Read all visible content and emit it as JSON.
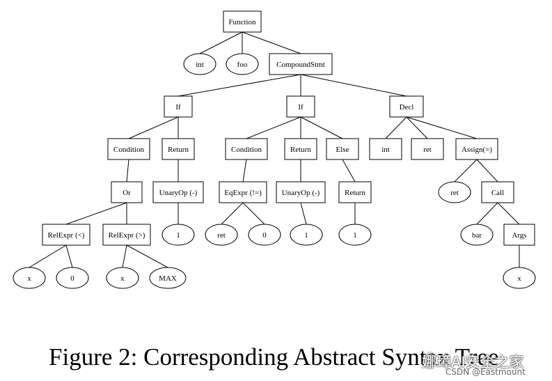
{
  "caption": "Figure 2: Corresponding Abstract Syntax Tree",
  "watermark": {
    "line1": "娜璋AI安全之家",
    "line2": "CSDN @Eastmount",
    "icon": "wechat-icon"
  },
  "nodes": [
    {
      "id": "function",
      "label": "Function",
      "shape": "box"
    },
    {
      "id": "int1",
      "label": "int",
      "shape": "ellipse"
    },
    {
      "id": "foo",
      "label": "foo",
      "shape": "ellipse"
    },
    {
      "id": "compound",
      "label": "CompoundStmt",
      "shape": "box"
    },
    {
      "id": "if1",
      "label": "If",
      "shape": "box"
    },
    {
      "id": "if2",
      "label": "If",
      "shape": "box"
    },
    {
      "id": "decl",
      "label": "Decl",
      "shape": "box"
    },
    {
      "id": "cond1",
      "label": "Condition",
      "shape": "box"
    },
    {
      "id": "ret1",
      "label": "Return",
      "shape": "box"
    },
    {
      "id": "cond2",
      "label": "Condition",
      "shape": "box"
    },
    {
      "id": "ret2",
      "label": "Return",
      "shape": "box"
    },
    {
      "id": "else",
      "label": "Else",
      "shape": "box"
    },
    {
      "id": "int2",
      "label": "int",
      "shape": "box"
    },
    {
      "id": "retbox",
      "label": "ret",
      "shape": "box"
    },
    {
      "id": "assign",
      "label": "Assign(=)",
      "shape": "box"
    },
    {
      "id": "or",
      "label": "Or",
      "shape": "box"
    },
    {
      "id": "unary1",
      "label": "UnaryOp (-)",
      "shape": "box"
    },
    {
      "id": "eqexpr",
      "label": "EqExpr (!=)",
      "shape": "box"
    },
    {
      "id": "unary2",
      "label": "UnaryOp (-)",
      "shape": "box"
    },
    {
      "id": "ret3",
      "label": "Return",
      "shape": "box"
    },
    {
      "id": "retell",
      "label": "ret",
      "shape": "ellipse"
    },
    {
      "id": "call",
      "label": "Call",
      "shape": "box"
    },
    {
      "id": "rel1",
      "label": "RelExpr (<)",
      "shape": "box"
    },
    {
      "id": "rel2",
      "label": "RelExpr (>)",
      "shape": "box"
    },
    {
      "id": "one1",
      "label": "1",
      "shape": "ellipse"
    },
    {
      "id": "ret4",
      "label": "ret",
      "shape": "ellipse"
    },
    {
      "id": "zero1",
      "label": "0",
      "shape": "ellipse"
    },
    {
      "id": "one2",
      "label": "1",
      "shape": "ellipse"
    },
    {
      "id": "one3",
      "label": "1",
      "shape": "ellipse"
    },
    {
      "id": "bar",
      "label": "bar",
      "shape": "ellipse"
    },
    {
      "id": "args",
      "label": "Args",
      "shape": "box"
    },
    {
      "id": "x1",
      "label": "x",
      "shape": "ellipse"
    },
    {
      "id": "zero2",
      "label": "0",
      "shape": "ellipse"
    },
    {
      "id": "x2",
      "label": "x",
      "shape": "ellipse"
    },
    {
      "id": "max",
      "label": "MAX",
      "shape": "ellipse"
    },
    {
      "id": "x3",
      "label": "x",
      "shape": "ellipse"
    }
  ],
  "edges": [
    [
      "function",
      "int1"
    ],
    [
      "function",
      "foo"
    ],
    [
      "function",
      "compound"
    ],
    [
      "compound",
      "if1"
    ],
    [
      "compound",
      "if2"
    ],
    [
      "compound",
      "decl"
    ],
    [
      "if1",
      "cond1"
    ],
    [
      "if1",
      "ret1"
    ],
    [
      "if2",
      "cond2"
    ],
    [
      "if2",
      "ret2"
    ],
    [
      "if2",
      "else"
    ],
    [
      "decl",
      "int2"
    ],
    [
      "decl",
      "retbox"
    ],
    [
      "decl",
      "assign"
    ],
    [
      "cond1",
      "or"
    ],
    [
      "ret1",
      "unary1"
    ],
    [
      "cond2",
      "eqexpr"
    ],
    [
      "ret2",
      "unary2"
    ],
    [
      "else",
      "ret3"
    ],
    [
      "assign",
      "retell"
    ],
    [
      "assign",
      "call"
    ],
    [
      "or",
      "rel1"
    ],
    [
      "or",
      "rel2"
    ],
    [
      "unary1",
      "one1"
    ],
    [
      "eqexpr",
      "ret4"
    ],
    [
      "eqexpr",
      "zero1"
    ],
    [
      "unary2",
      "one2"
    ],
    [
      "ret3",
      "one3"
    ],
    [
      "call",
      "bar"
    ],
    [
      "call",
      "args"
    ],
    [
      "rel1",
      "x1"
    ],
    [
      "rel1",
      "zero2"
    ],
    [
      "rel2",
      "x2"
    ],
    [
      "rel2",
      "max"
    ],
    [
      "args",
      "x3"
    ]
  ]
}
